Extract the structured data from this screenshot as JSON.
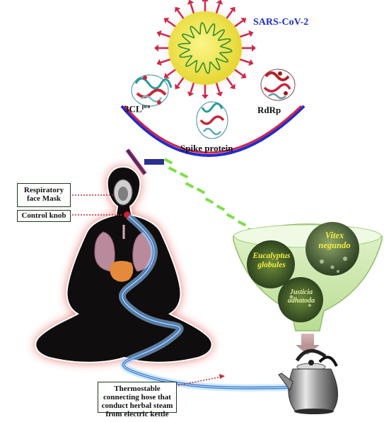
{
  "virus": {
    "name": "SARS-CoV-2",
    "targets": [
      {
        "label": "3CL",
        "superscript": "pro"
      },
      {
        "label": "Spike protein",
        "superscript": ""
      },
      {
        "label": "RdRp",
        "superscript": ""
      }
    ]
  },
  "device_labels": {
    "mask": "Respiratory face Mask",
    "knob": "Control knob",
    "hose": "Thermostable connecting hose that conduct herbal steam from electric kettle"
  },
  "plants": [
    {
      "name": "Eucalyptus globules"
    },
    {
      "name": "Vitex negundo"
    },
    {
      "name": "Justicia adhatoda"
    }
  ],
  "colors": {
    "virus_text": "#1f2ccf",
    "virus_core": "#f2e84a",
    "virus_halo": "#f5e6dd",
    "spike": "#d2264a",
    "rna": "#2f8f2f",
    "inhibitor": "#2b2f8f",
    "funnel": "#c7e5a8",
    "plant_text_yellow": "#f6ea3c",
    "glow": "#e8534a"
  }
}
